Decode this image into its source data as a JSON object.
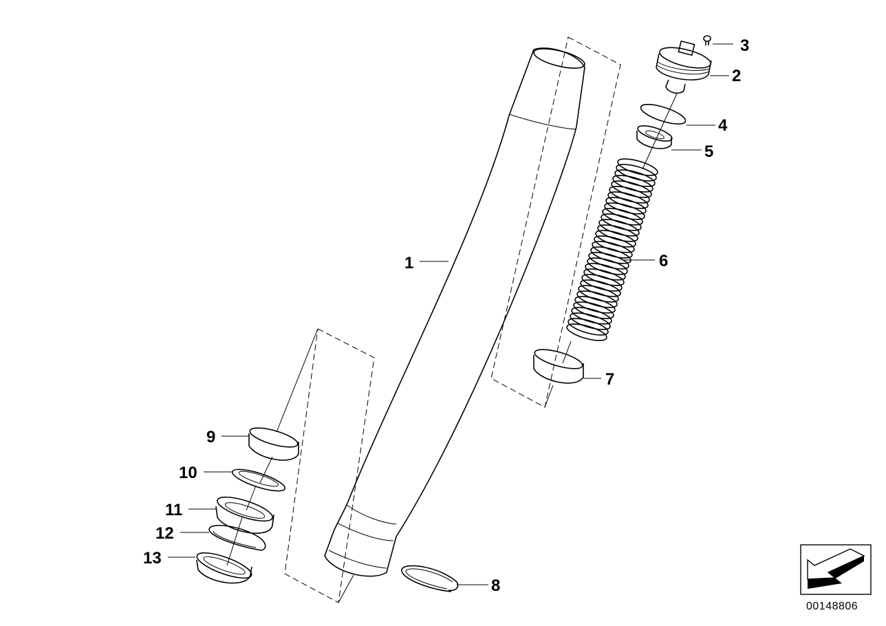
{
  "diagram": {
    "callouts": [
      "1",
      "2",
      "3",
      "4",
      "5",
      "6",
      "7",
      "8",
      "9",
      "10",
      "11",
      "12",
      "13"
    ],
    "document_number": "00148806",
    "icons": {
      "orientation": "direction-arrow-icon"
    }
  }
}
